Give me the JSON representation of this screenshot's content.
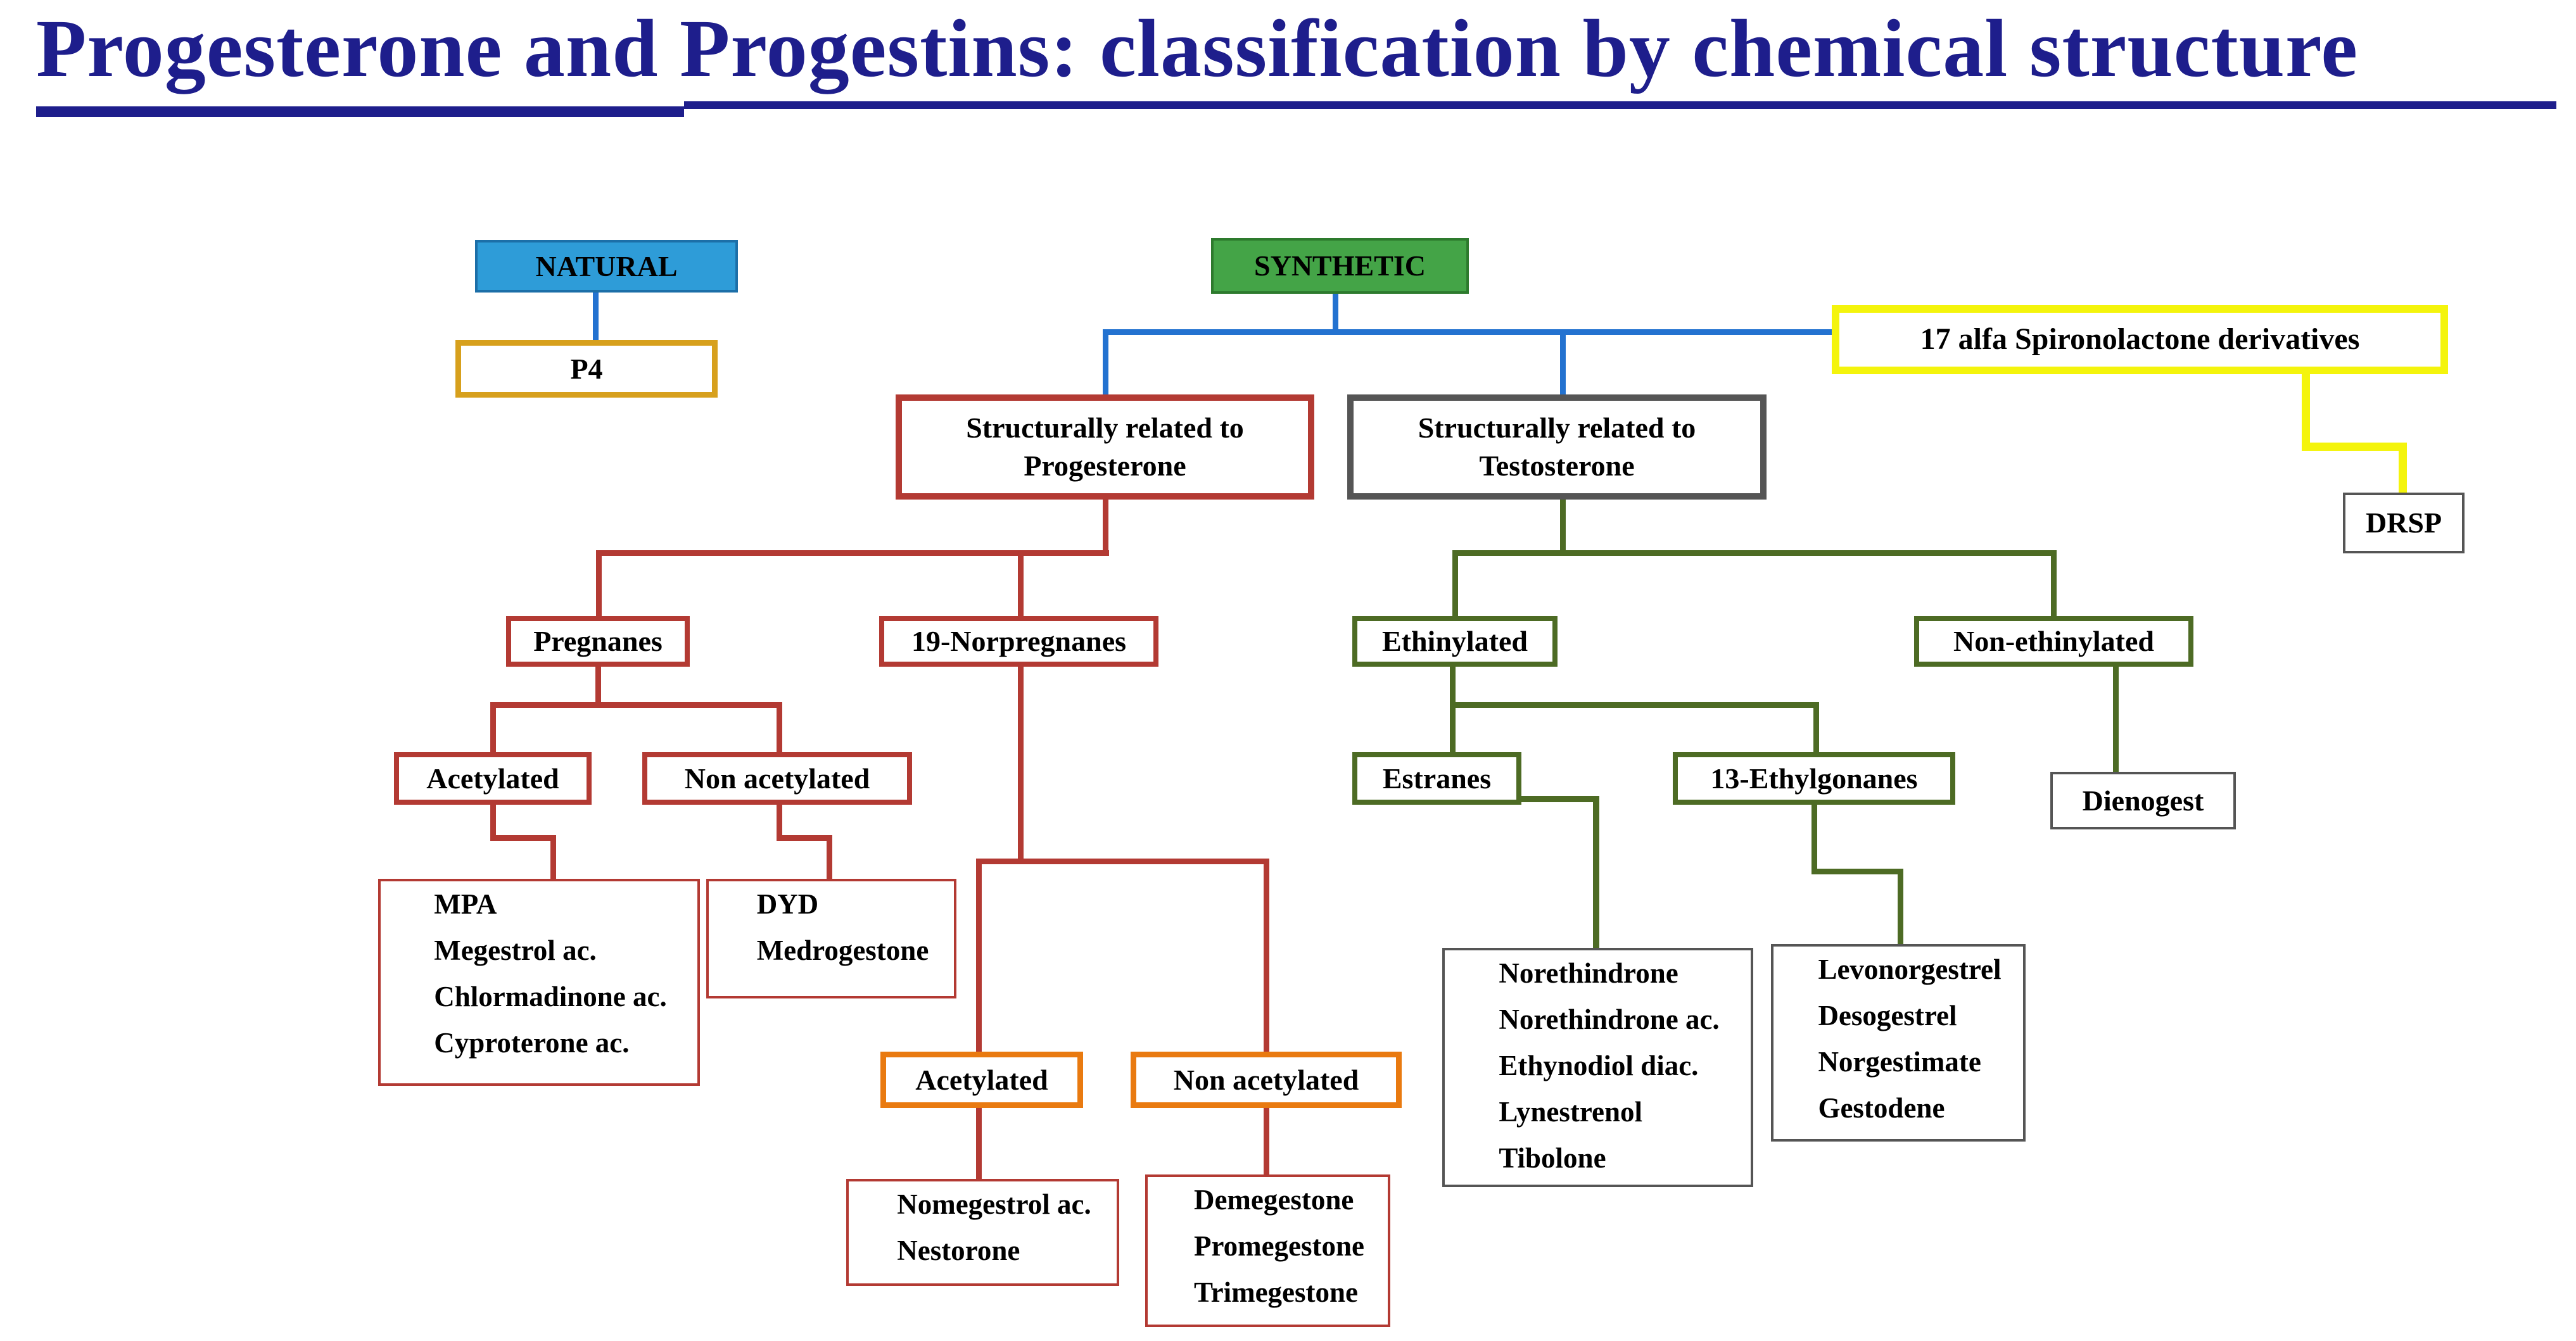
{
  "title": "Progesterone and Progestins: classification by chemical structure",
  "colors": {
    "title_navy": "#1E1E8C",
    "natural_fill": "#2E9CD8",
    "natural_border": "#1C6FA8",
    "synthetic_fill": "#44A447",
    "synthetic_border": "#2D7A2D",
    "blue_line": "#2372D0",
    "red": "#B33A33",
    "dark_gray": "#555555",
    "olive_green": "#4D6B24",
    "orange": "#E97A10",
    "gold": "#D7A01D",
    "yellow": "#F4F40C"
  },
  "nodes": {
    "natural": {
      "label": "NATURAL"
    },
    "p4": {
      "label": "P4"
    },
    "synthetic": {
      "label": "SYNTHETIC"
    },
    "spironolactone": {
      "label": "17 alfa Spironolactone derivatives"
    },
    "drsp": {
      "label": "DRSP"
    },
    "related_progesterone": {
      "lines": [
        "Structurally related to",
        "Progesterone"
      ]
    },
    "related_testosterone": {
      "lines": [
        "Structurally related to",
        "Testosterone"
      ]
    },
    "pregnanes": {
      "label": "Pregnanes"
    },
    "norpregnanes": {
      "label": "19-Norpregnanes"
    },
    "ethinylated": {
      "label": "Ethinylated"
    },
    "non_ethinylated": {
      "label": "Non-ethinylated"
    },
    "acetylated_pregnane": {
      "label": "Acetylated"
    },
    "non_acetylated_pregnane": {
      "label": "Non acetylated"
    },
    "estranes": {
      "label": "Estranes"
    },
    "ethylgonanes": {
      "label": "13-Ethylgonanes"
    },
    "dienogest": {
      "label": "Dienogest"
    },
    "mpa_list": {
      "items": [
        "MPA",
        "Megestrol ac.",
        "Chlormadinone ac.",
        "Cyproterone ac."
      ]
    },
    "dyd_list": {
      "items": [
        "DYD",
        "Medrogestone"
      ]
    },
    "acetylated_norpregnane": {
      "label": "Acetylated"
    },
    "non_acetylated_norpregnane": {
      "label": "Non acetylated"
    },
    "nomegestrol_list": {
      "items": [
        "Nomegestrol ac.",
        "Nestorone"
      ]
    },
    "demegestone_list": {
      "items": [
        "Demegestone",
        "Promegestone",
        "Trimegestone"
      ]
    },
    "norethindrone_list": {
      "items": [
        "Norethindrone",
        "Norethindrone ac.",
        "Ethynodiol diac.",
        "Lynestrenol",
        "Tibolone"
      ]
    },
    "levonorgestrel_list": {
      "items": [
        "Levonorgestrel",
        "Desogestrel",
        "Norgestimate",
        "Gestodene"
      ]
    }
  }
}
